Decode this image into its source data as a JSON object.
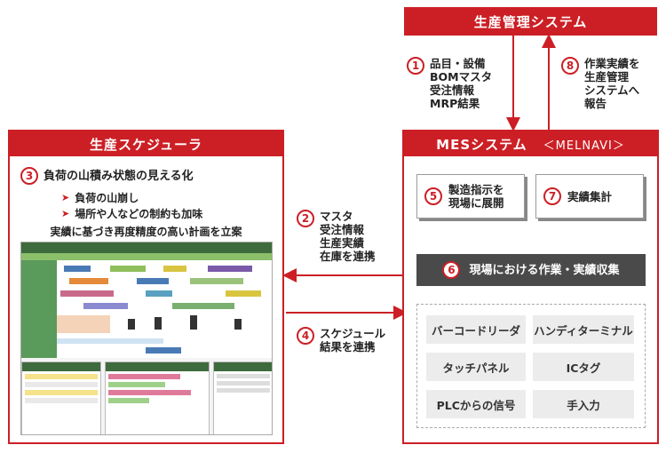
{
  "top_system": {
    "title": "生産管理システム"
  },
  "scheduler": {
    "title": "生産スケジューラ",
    "point_number": "3",
    "point_title": "負荷の山積み状態の見える化",
    "bullets": [
      "負荷の山崩し",
      "場所や人などの制約も加味"
    ],
    "caption": "実績に基づき再度精度の高い計画を立案"
  },
  "mes": {
    "title": "MESシステム",
    "subtitle": "＜MELNAVI＞",
    "step5": {
      "number": "5",
      "label": "製造指示を\n現場に展開"
    },
    "step7": {
      "number": "7",
      "label": "実績集計"
    },
    "step6": {
      "number": "6",
      "label": "現場における作業・実績収集"
    },
    "devices": [
      "バーコードリーダ",
      "ハンディターミナル",
      "タッチパネル",
      "ICタグ",
      "PLCからの信号",
      "手入力"
    ]
  },
  "flows": {
    "step1": {
      "number": "1",
      "label": "品目・設備\nBOMマスタ\n受注情報\nMRP結果"
    },
    "step8": {
      "number": "8",
      "label": "作業実績を\n生産管理\nシステムへ\n報告"
    },
    "step2": {
      "number": "2",
      "label": "マスタ\n受注情報\n生産実績\n在庫を連携"
    },
    "step4": {
      "number": "4",
      "label": "スケジュール\n結果を連携"
    }
  },
  "colors": {
    "accent": "#cc1f25",
    "dark_bar": "#4a4a4a",
    "device_bg": "#ececec"
  }
}
